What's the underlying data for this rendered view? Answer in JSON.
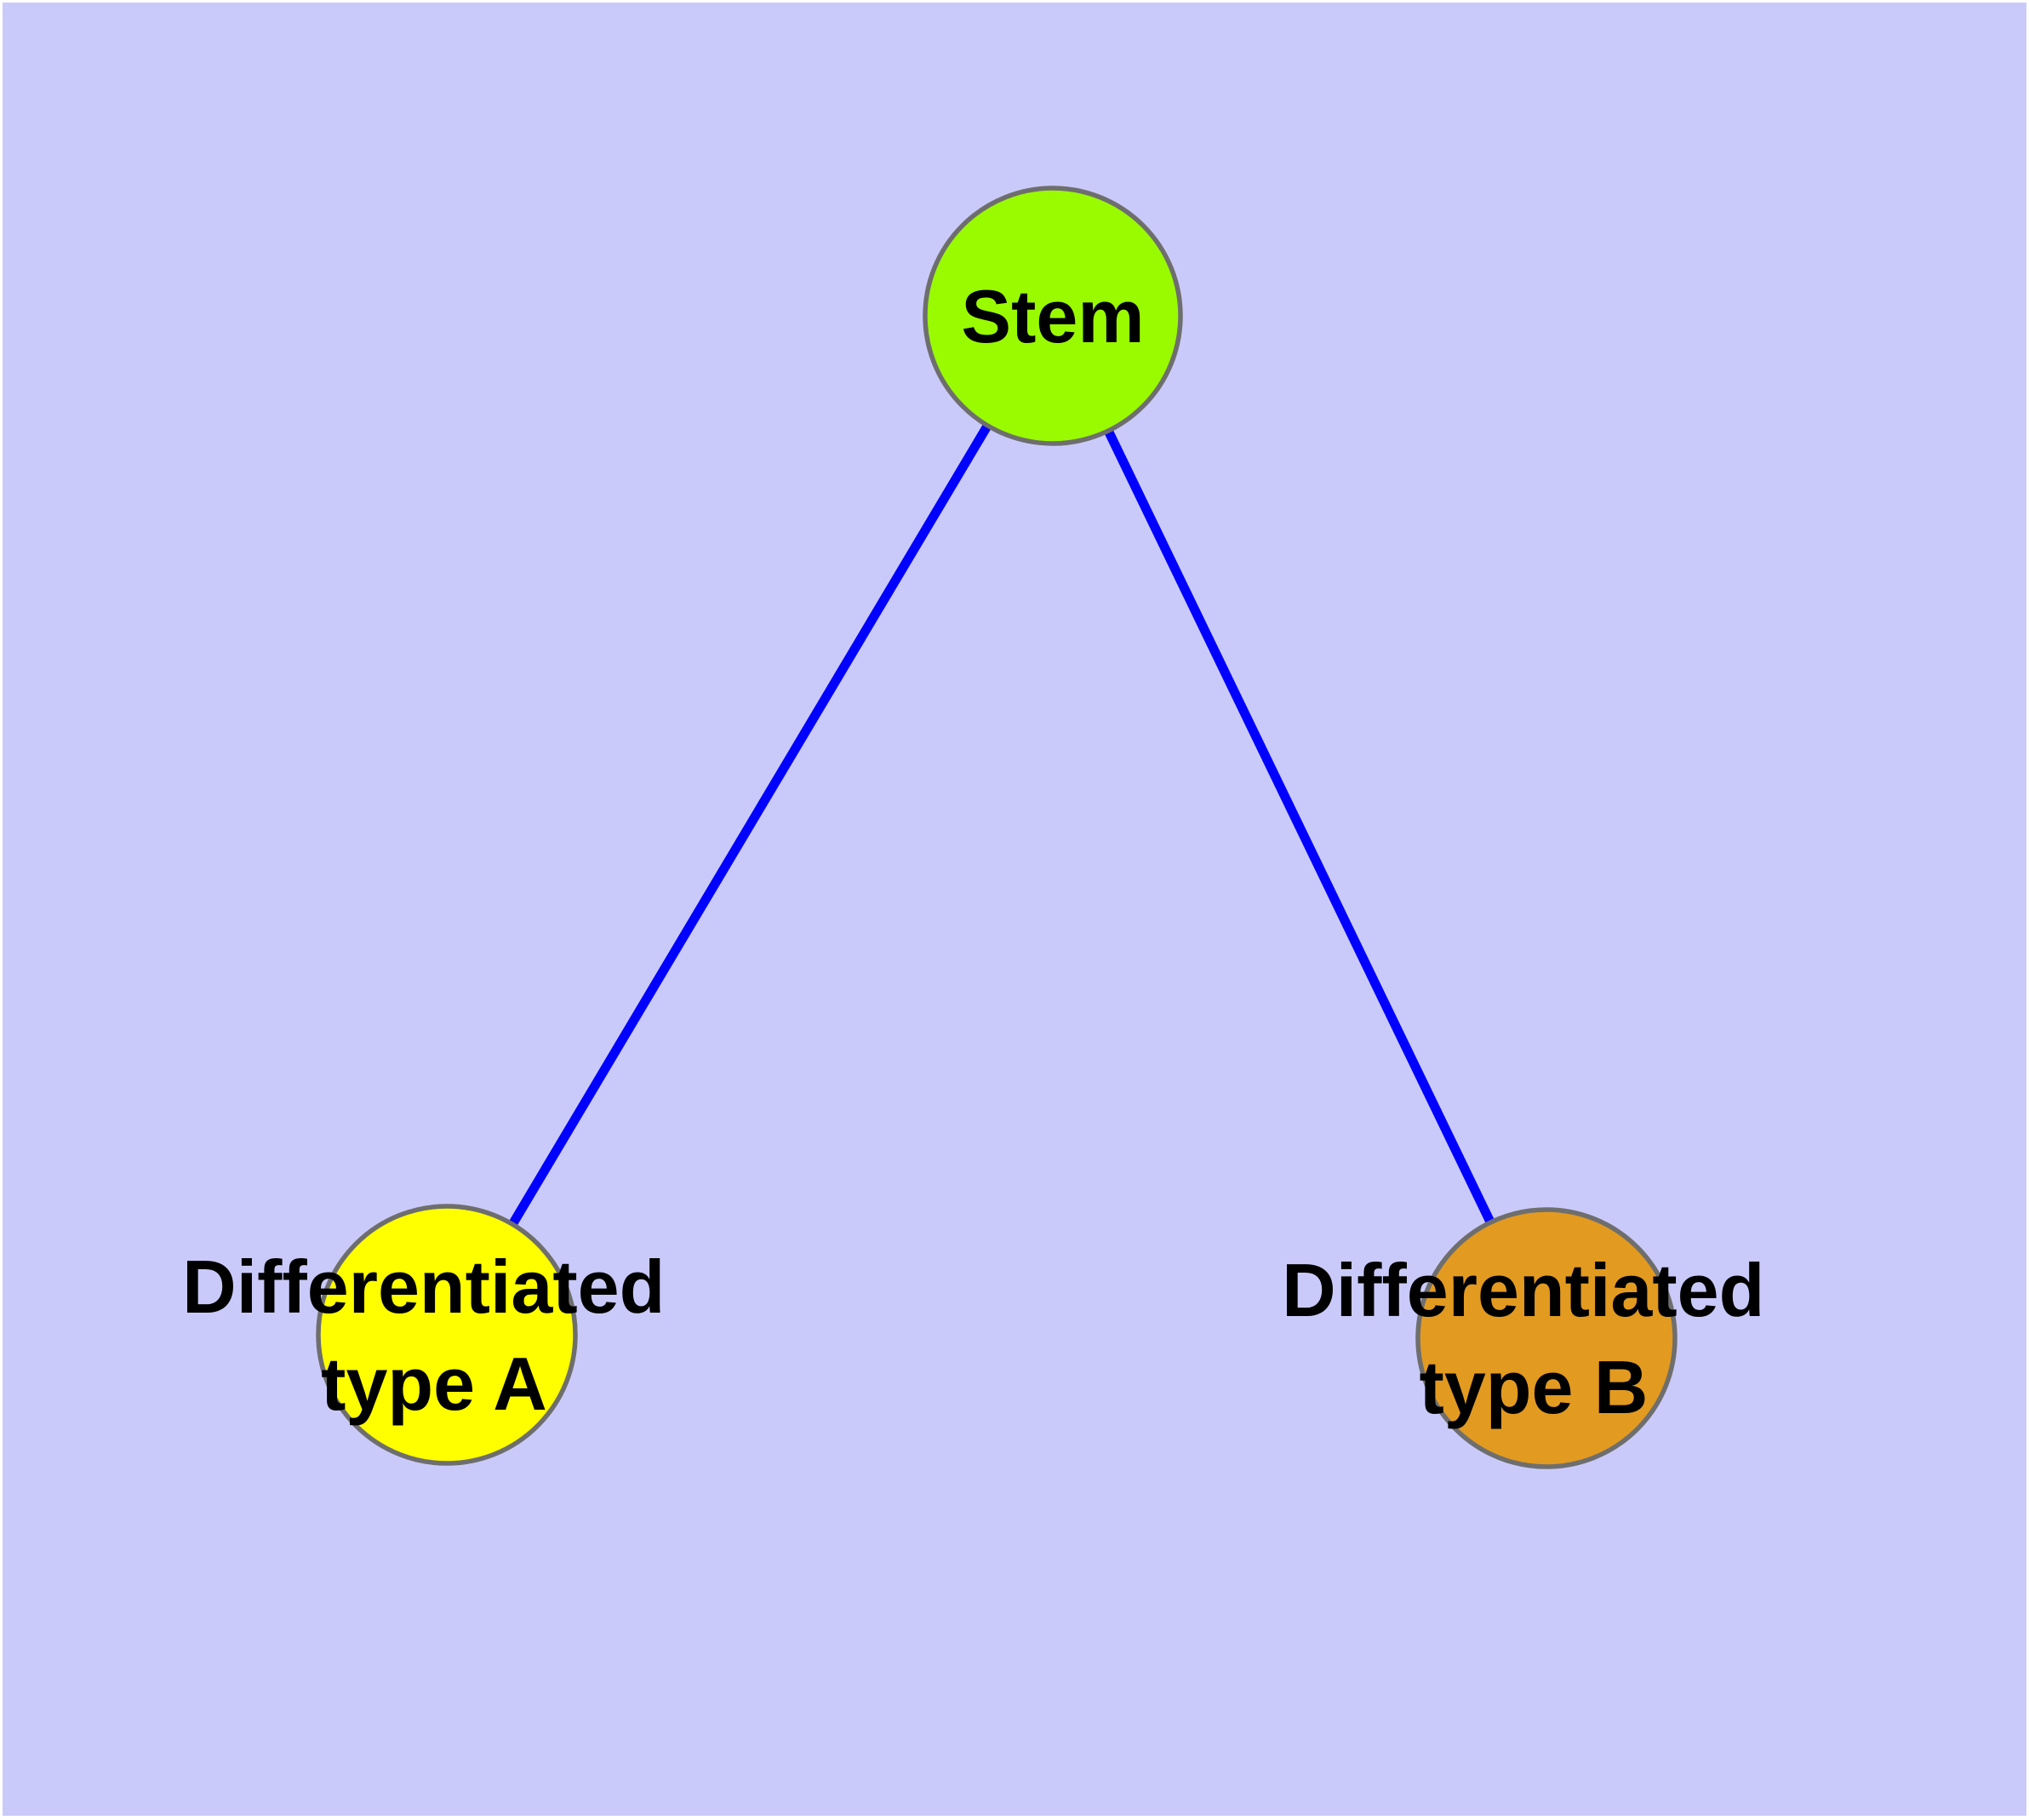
{
  "diagram": {
    "background_color": "#CACAFA",
    "edge_color": "#0000FF",
    "node_border_color": "#6E6E6E",
    "label_color": "#000000",
    "nodes": [
      {
        "id": "stem",
        "label": "Stem",
        "label_lines": [
          "Stem"
        ],
        "color": "#9AFB00"
      },
      {
        "id": "differentiated-type-a",
        "label": "Differentiated type A",
        "label_lines": [
          "Differentiated",
          "type A"
        ],
        "color": "#FFFF00"
      },
      {
        "id": "differentiated-type-b",
        "label": "Differentiated type B",
        "label_lines": [
          "Differentiated",
          "type B"
        ],
        "color": "#E29A20"
      }
    ],
    "edges": [
      {
        "from": "stem",
        "to": "differentiated-type-a"
      },
      {
        "from": "stem",
        "to": "differentiated-type-b"
      }
    ]
  }
}
